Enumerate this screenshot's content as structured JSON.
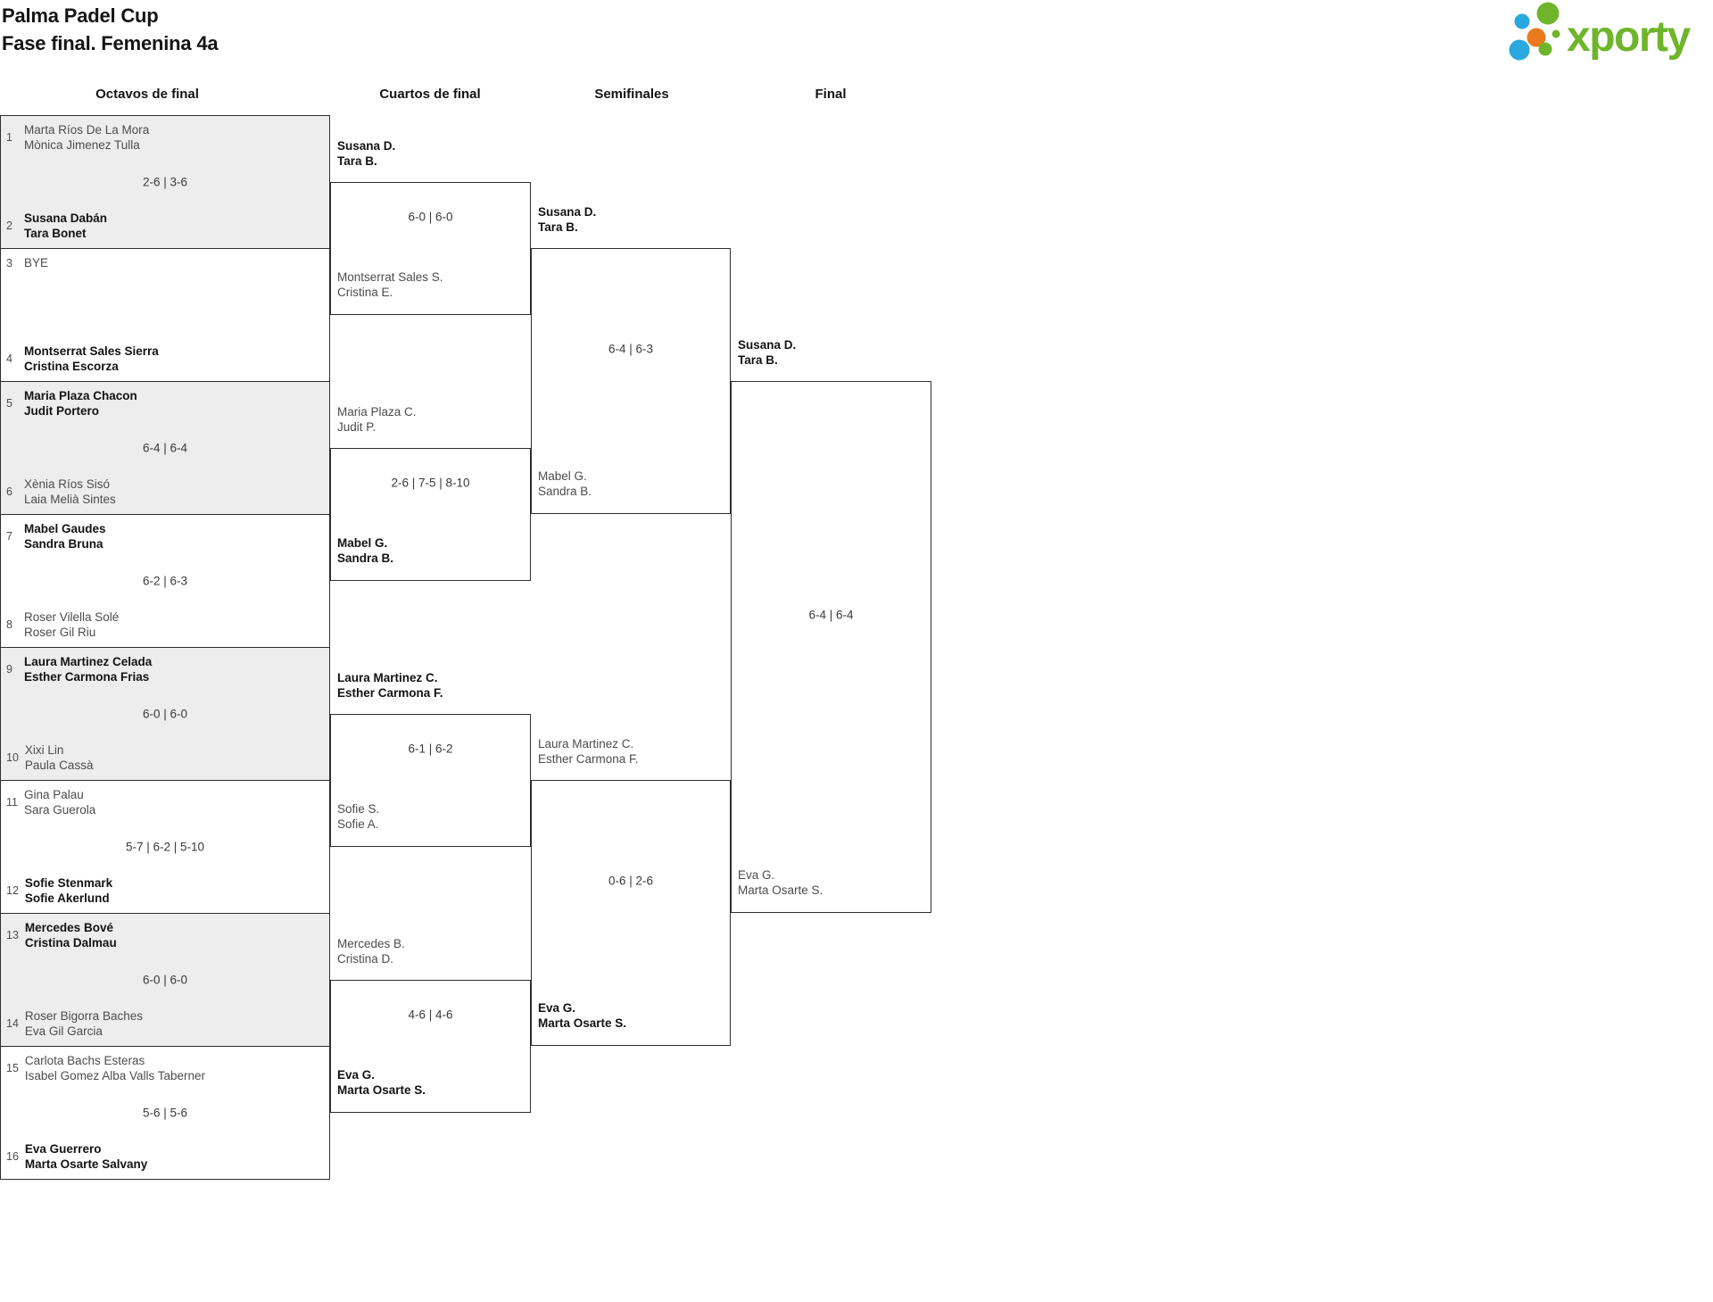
{
  "page": {
    "title": "Palma Padel Cup",
    "subtitle": "Fase final. Femenina 4a"
  },
  "logo": {
    "brand": "xporty",
    "colors": {
      "green": "#6fb52c",
      "blue": "#2aa9e0",
      "orange": "#e87b1e"
    }
  },
  "colors": {
    "box_fill_alt": "#ededed",
    "border": "#2e2e2e",
    "winner_text": "#131313",
    "loser_text": "#4c4c4c",
    "score_text": "#3a3a3a"
  },
  "rounds": [
    {
      "label": "Octavos de final",
      "matches": [
        {
          "seed_top": "1",
          "top": [
            "Marta Ríos De La Mora",
            "Mònica Jimenez Tulla"
          ],
          "top_winner": false,
          "score": "2-6 | 3-6",
          "seed_bottom": "2",
          "bottom": [
            "Susana Dabán",
            "Tara Bonet"
          ],
          "bottom_winner": true
        },
        {
          "seed_top": "3",
          "top": [
            "BYE"
          ],
          "top_winner": false,
          "score": "",
          "seed_bottom": "4",
          "bottom": [
            "Montserrat Sales Sierra",
            "Cristina Escorza"
          ],
          "bottom_winner": true
        },
        {
          "seed_top": "5",
          "top": [
            "Maria Plaza Chacon",
            "Judit Portero"
          ],
          "top_winner": true,
          "score": "6-4 | 6-4",
          "seed_bottom": "6",
          "bottom": [
            "Xènia Ríos Sisó",
            "Laia Melià Sintes"
          ],
          "bottom_winner": false
        },
        {
          "seed_top": "7",
          "top": [
            "Mabel Gaudes",
            "Sandra Bruna"
          ],
          "top_winner": true,
          "score": "6-2 | 6-3",
          "seed_bottom": "8",
          "bottom": [
            "Roser Vilella Solé",
            "Roser Gil Riu"
          ],
          "bottom_winner": false
        },
        {
          "seed_top": "9",
          "top": [
            "Laura Martinez Celada",
            "Esther Carmona Frias"
          ],
          "top_winner": true,
          "score": "6-0 | 6-0",
          "seed_bottom": "10",
          "bottom": [
            "Xixi Lin",
            "Paula Cassà"
          ],
          "bottom_winner": false
        },
        {
          "seed_top": "11",
          "top": [
            "Gina Palau",
            "Sara Guerola"
          ],
          "top_winner": false,
          "score": "5-7 | 6-2 | 5-10",
          "seed_bottom": "12",
          "bottom": [
            "Sofie Stenmark",
            "Sofie Akerlund"
          ],
          "bottom_winner": true
        },
        {
          "seed_top": "13",
          "top": [
            "Mercedes Bové",
            "Cristina Dalmau"
          ],
          "top_winner": true,
          "score": "6-0 | 6-0",
          "seed_bottom": "14",
          "bottom": [
            "Roser Bigorra Baches",
            "Eva Gil Garcia"
          ],
          "bottom_winner": false
        },
        {
          "seed_top": "15",
          "top": [
            "Carlota Bachs Esteras",
            "Isabel Gomez Alba Valls Taberner"
          ],
          "top_winner": false,
          "score": "5-6 | 5-6",
          "seed_bottom": "16",
          "bottom": [
            "Eva Guerrero",
            "Marta Osarte Salvany"
          ],
          "bottom_winner": true
        }
      ]
    },
    {
      "label": "Cuartos de final",
      "matches": [
        {
          "top": [
            "Susana D.",
            "Tara B."
          ],
          "top_winner": true,
          "score": "6-0 | 6-0",
          "bottom": [
            "Montserrat Sales S.",
            "Cristina E."
          ],
          "bottom_winner": false
        },
        {
          "top": [
            "Maria Plaza C.",
            "Judit P."
          ],
          "top_winner": false,
          "score": "2-6 | 7-5 | 8-10",
          "bottom": [
            "Mabel G.",
            "Sandra B."
          ],
          "bottom_winner": true
        },
        {
          "top": [
            "Laura Martinez C.",
            "Esther Carmona F."
          ],
          "top_winner": true,
          "score": "6-1 | 6-2",
          "bottom": [
            "Sofie S.",
            "Sofie A."
          ],
          "bottom_winner": false
        },
        {
          "top": [
            "Mercedes B.",
            "Cristina D."
          ],
          "top_winner": false,
          "score": "4-6 | 4-6",
          "bottom": [
            "Eva G.",
            "Marta Osarte S."
          ],
          "bottom_winner": true
        }
      ]
    },
    {
      "label": "Semifinales",
      "matches": [
        {
          "top": [
            "Susana D.",
            "Tara B."
          ],
          "top_winner": true,
          "score": "6-4 | 6-3",
          "bottom": [
            "Mabel G.",
            "Sandra B."
          ],
          "bottom_winner": false
        },
        {
          "top": [
            "Laura Martinez C.",
            "Esther Carmona F."
          ],
          "top_winner": false,
          "score": "0-6 | 2-6",
          "bottom": [
            "Eva G.",
            "Marta Osarte S."
          ],
          "bottom_winner": true
        }
      ]
    },
    {
      "label": "Final",
      "matches": [
        {
          "top": [
            "Susana D.",
            "Tara B."
          ],
          "top_winner": true,
          "score": "6-4 | 6-4",
          "bottom": [
            "Eva G.",
            "Marta Osarte S."
          ],
          "bottom_winner": false
        }
      ]
    }
  ]
}
